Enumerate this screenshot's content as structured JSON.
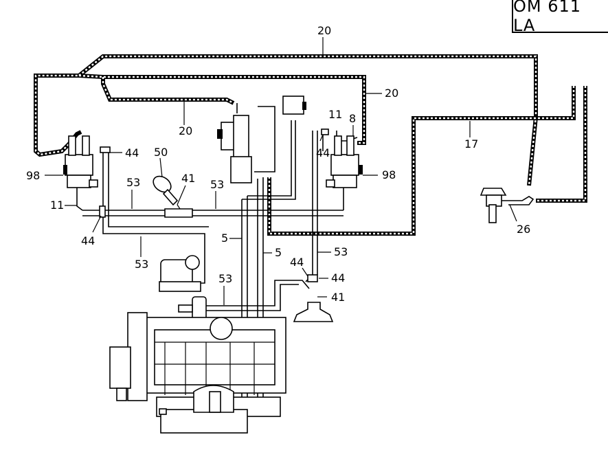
{
  "title": "OM 611 LA",
  "callouts": {
    "c20_top": "20",
    "c20_right": "20",
    "c20_mid": "20",
    "c17": "17",
    "c11_right": "11",
    "c8": "8",
    "c44_upper_right": "44",
    "c98_right": "98",
    "c98_left": "98",
    "c44_upper_left": "44",
    "c50": "50",
    "c41_upper": "41",
    "c53_left_top": "53",
    "c53_mid_top": "53",
    "c11_left": "11",
    "c44_lower_left": "44",
    "c53_left_low": "53",
    "c5_left": "5",
    "c5_right": "5",
    "c53_right": "53",
    "c44_mid_left": "44",
    "c44_mid_right": "44",
    "c41_lower": "41",
    "c53_lower": "53",
    "c26": "26"
  }
}
